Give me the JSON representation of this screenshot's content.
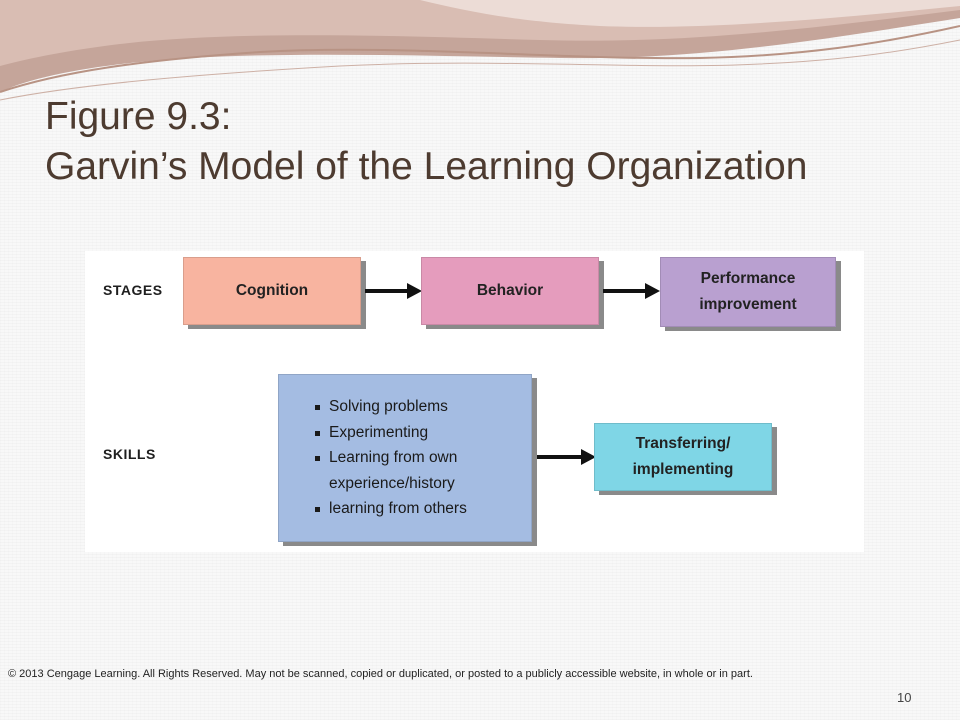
{
  "slide": {
    "title_line1": "Figure 9.3:",
    "title_line2": "Garvin’s Model of the Learning Organization",
    "footer": "© 2013 Cengage Learning. All Rights Reserved. May not be scanned, copied or duplicated, or posted to a publicly accessible website, in whole or in part.",
    "page_number": "10"
  },
  "diagram": {
    "stages_label": "STAGES",
    "skills_label": "SKILLS",
    "stages": [
      {
        "line1": "Cognition",
        "line2": "",
        "color": "#f8b4a0"
      },
      {
        "line1": "Behavior",
        "line2": "",
        "color": "#e59cbd"
      },
      {
        "line1": "Performance",
        "line2": "improvement",
        "color": "#b9a0d0"
      }
    ],
    "skills_box": {
      "color": "#a4bce2",
      "items": [
        "Solving problems",
        "Experimenting",
        "Learning from own",
        "experience/history",
        "learning from others"
      ]
    },
    "outcome": {
      "line1": "Transferring/",
      "line2": "implementing",
      "color": "#7fd6e6"
    }
  }
}
